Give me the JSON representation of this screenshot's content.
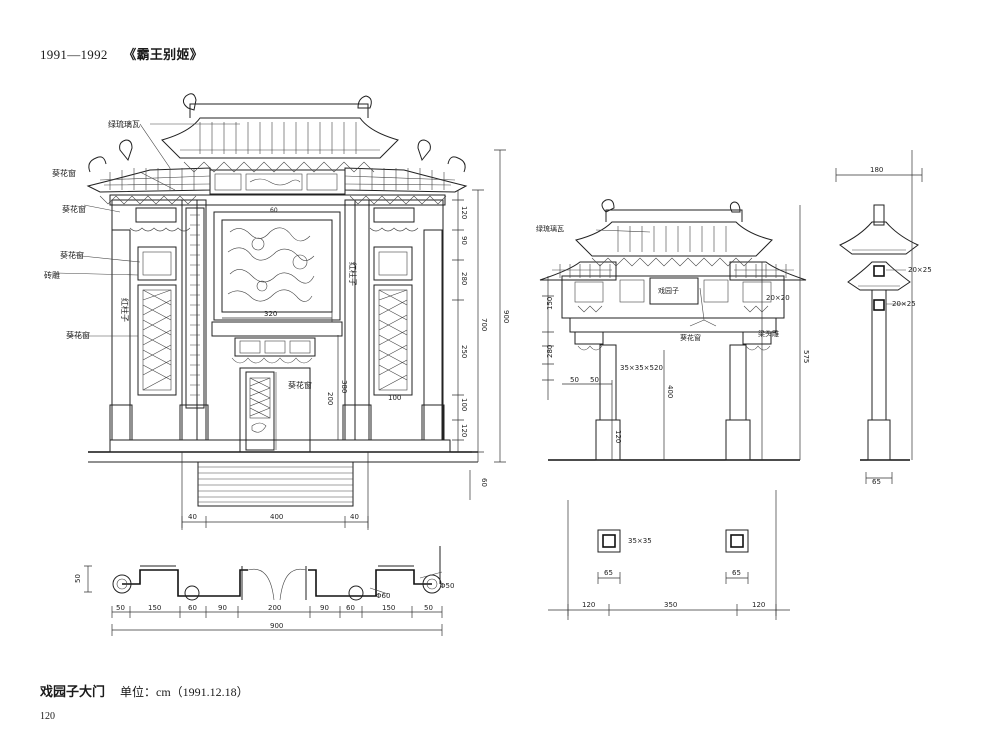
{
  "header": {
    "years": "1991—1992",
    "title": "《霸王别姬》"
  },
  "caption": {
    "main": "戏园子大门",
    "unit": "单位：cm（1991.12.18）"
  },
  "page_number": "120",
  "front_elevation": {
    "labels": [
      "绿琉璃瓦",
      "葵花窗",
      "葵花窗",
      "葵花窗",
      "砖雕",
      "葵花窗",
      "红柱子",
      "红柱子",
      "葵花窗"
    ],
    "dims_right": [
      "120",
      "90",
      "280",
      "900",
      "700",
      "100",
      "250",
      "120",
      "60"
    ],
    "dims_bottom": [
      "40",
      "400",
      "40"
    ],
    "dims_misc": [
      "320",
      "380",
      "200",
      "100",
      "60"
    ]
  },
  "plan": {
    "dims": [
      "50",
      "150",
      "60",
      "90",
      "200",
      "90",
      "60",
      "150",
      "50",
      "900"
    ],
    "side_dim": "50",
    "diam1": "Φ60",
    "diam2": "Φ50"
  },
  "gate_elevation": {
    "labels": [
      "绿琉璃瓦",
      "戏园子",
      "葵花窗",
      "梁头雕"
    ],
    "dims": [
      "35×35×520",
      "400",
      "120",
      "20×20",
      "150",
      "280",
      "50",
      "50",
      "575"
    ]
  },
  "side_section": {
    "dims": [
      "180",
      "20×25",
      "20×25",
      "65"
    ]
  },
  "gate_plan": {
    "dims": [
      "35×35",
      "65",
      "65",
      "120",
      "350",
      "120"
    ]
  }
}
